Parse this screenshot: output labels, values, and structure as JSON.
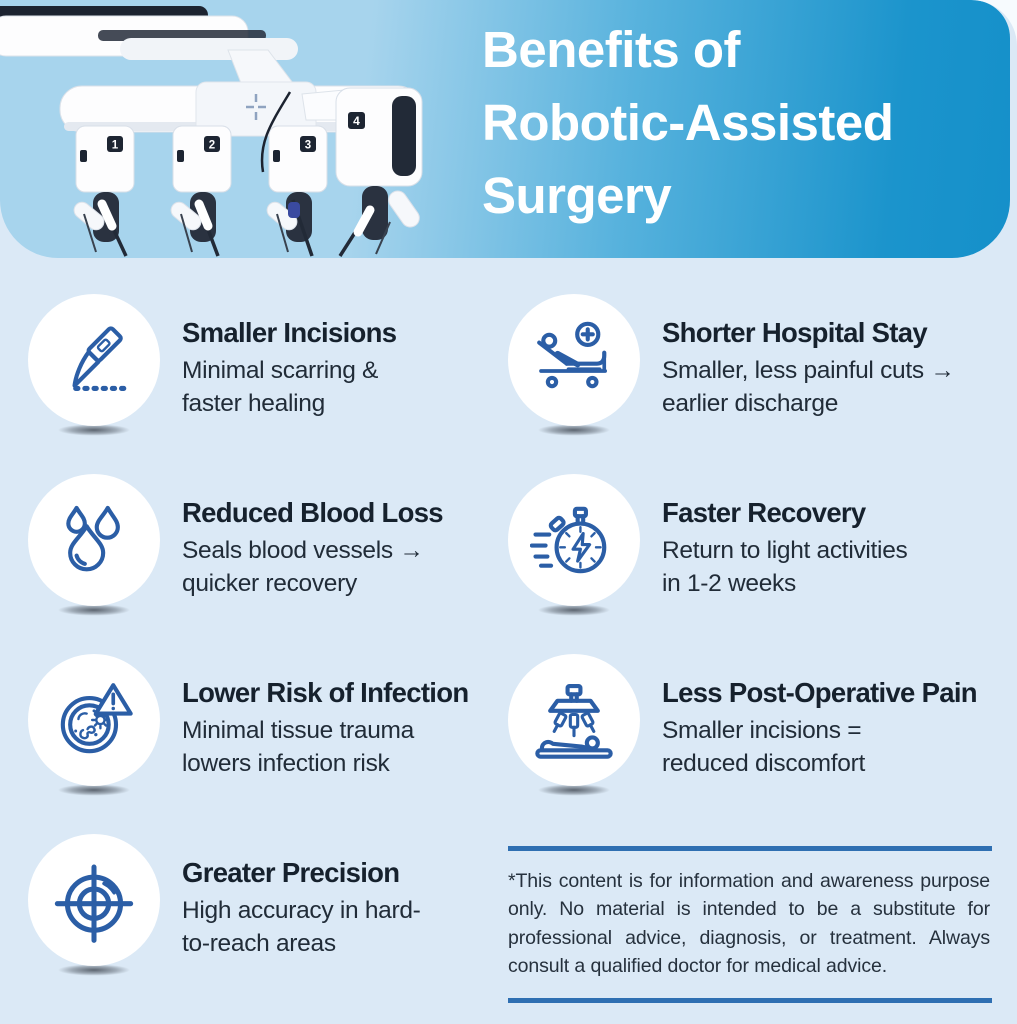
{
  "header": {
    "title": "Benefits of\nRobotic-Assisted\nSurgery",
    "arm_numbers": [
      "1",
      "2",
      "3",
      "4"
    ],
    "image": "four-armed robotic-assisted surgery system photo"
  },
  "benefits": [
    {
      "icon": "scalpel-icon",
      "title": "Smaller Incisions",
      "description": "Minimal scarring &\nfaster healing"
    },
    {
      "icon": "hospital-bed-icon",
      "title": "Shorter Hospital Stay",
      "description": "Smaller, less painful cuts →\nearlier discharge"
    },
    {
      "icon": "blood-drops-icon",
      "title": "Reduced Blood Loss",
      "description": "Seals blood vessels →\nquicker recovery"
    },
    {
      "icon": "stopwatch-icon",
      "title": "Faster Recovery",
      "description": "Return to light activities\nin 1-2 weeks"
    },
    {
      "icon": "petri-dish-icon",
      "title": "Lower Risk of Infection",
      "description": "Minimal tissue trauma\nlowers infection risk"
    },
    {
      "icon": "surgical-robot-icon",
      "title": "Less Post-Operative Pain",
      "description": "Smaller incisions =\nreduced discomfort"
    },
    {
      "icon": "target-icon",
      "title": "Greater Precision",
      "description": "High accuracy in hard-\nto-reach areas"
    }
  ],
  "disclaimer": "*This content is for information and awareness purpose only. No material is intended to be a substitute for professional advice, diagnosis, or treatment. Always consult a qualified doctor for medical advice.",
  "colors": {
    "page_bg": "#dbe9f6",
    "header_gradient_start": "#a7d4ed",
    "header_gradient_end": "#1b94cc",
    "header_title_text": "#ffffff",
    "icon_stroke": "#2b5ea6",
    "benefit_title_text": "#16212d",
    "benefit_body_text": "#212c38",
    "disclaimer_rule": "#2e6fb2"
  }
}
